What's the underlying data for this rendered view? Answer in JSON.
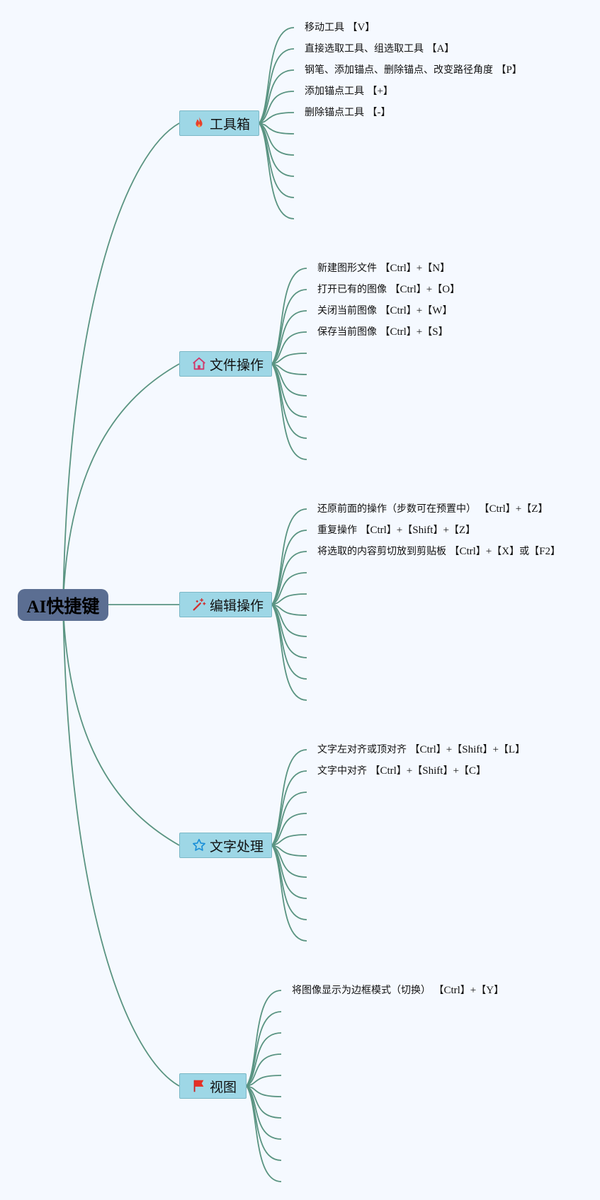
{
  "root": {
    "label": "AI快捷键"
  },
  "colors": {
    "line": "#5a9482",
    "root_bg": "#5b6e92",
    "branch_bg": "#9ed7e6",
    "page_bg": "#f5f9ff"
  },
  "branches": [
    {
      "label": "工具箱",
      "icon": "fire-icon",
      "slots": 10,
      "items": [
        "移动工具 【V】",
        "直接选取工具、组选取工具 【A】",
        "钢笔、添加锚点、删除锚点、改变路径角度 【P】",
        "添加锚点工具 【+】",
        "删除锚点工具 【-】"
      ]
    },
    {
      "label": "文件操作",
      "icon": "home-icon",
      "slots": 10,
      "items": [
        "新建图形文件 【Ctrl】+【N】",
        "打开已有的图像 【Ctrl】+【O】",
        "关闭当前图像 【Ctrl】+【W】",
        "保存当前图像 【Ctrl】+【S】"
      ]
    },
    {
      "label": "编辑操作",
      "icon": "magic-wand-icon",
      "slots": 10,
      "items": [
        "还原前面的操作（步数可在预置中） 【Ctrl】+【Z】",
        "重复操作 【Ctrl】+【Shift】+【Z】",
        "将选取的内容剪切放到剪贴板 【Ctrl】+【X】或【F2】"
      ]
    },
    {
      "label": "文字处理",
      "icon": "star-icon",
      "slots": 10,
      "items": [
        "文字左对齐或顶对齐 【Ctrl】+【Shift】+【L】",
        "文字中对齐 【Ctrl】+【Shift】+【C】"
      ]
    },
    {
      "label": "视图",
      "icon": "flag-icon",
      "slots": 10,
      "items": [
        "将图像显示为边框模式（切换） 【Ctrl】+【Y】"
      ]
    }
  ]
}
